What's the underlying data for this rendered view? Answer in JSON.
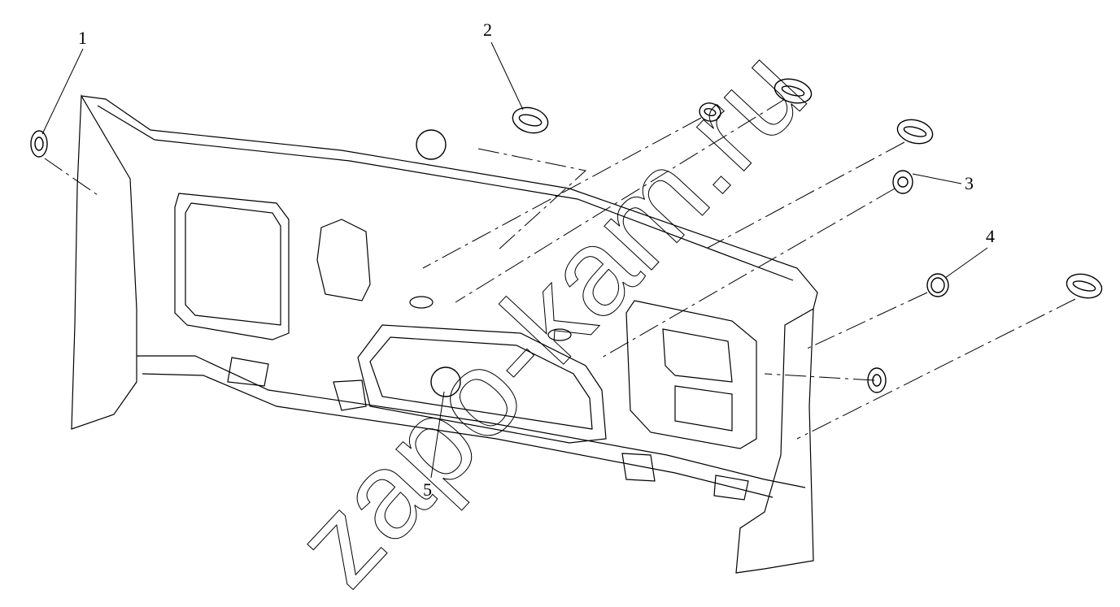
{
  "callouts": {
    "c1": "1",
    "c2": "2",
    "c3": "3",
    "c4": "4",
    "c5": "5"
  },
  "watermark": "zapo-kam.ru",
  "colors": {
    "line": "#000000",
    "background": "#ffffff"
  }
}
